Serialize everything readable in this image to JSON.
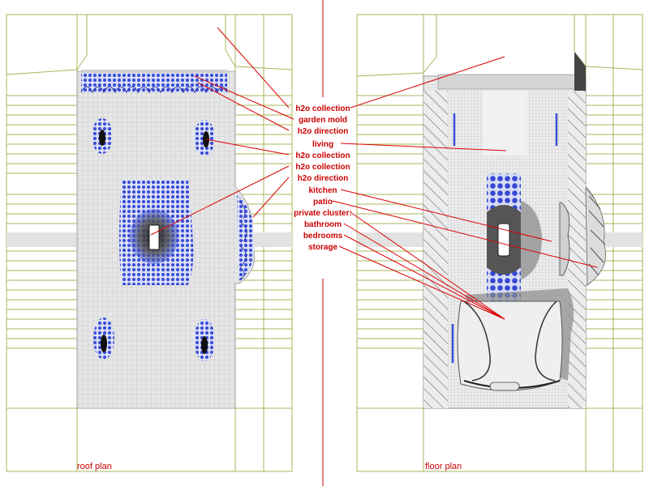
{
  "panels": {
    "left_title": "roof plan",
    "right_title": "floor plan"
  },
  "labels": [
    "h2o collection",
    "garden mold",
    "h2o direction",
    "living",
    "h2o collection",
    "h2o collection",
    "h2o direction",
    "kitchen",
    "patio",
    "private cluster:",
    "bathroom",
    "bedrooms",
    "storage"
  ],
  "colors": {
    "label": "#cc0000",
    "leader": "#dd0000",
    "divider": "#cc0000",
    "site_lines": "#a8b45a",
    "mesh_blue": "#3a4fd8",
    "mesh_fill": "#e4e4e4",
    "mesh_grid": "#b4b4b4"
  }
}
